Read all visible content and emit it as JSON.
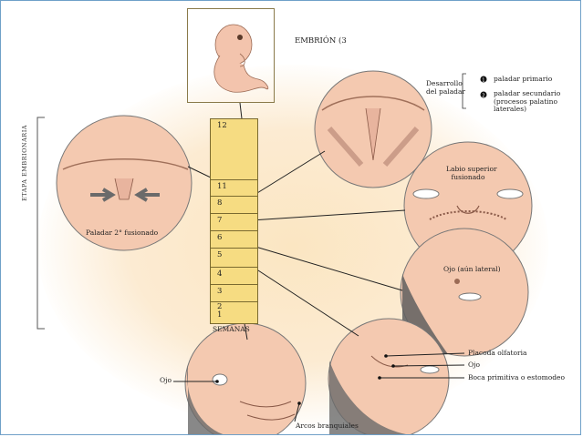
{
  "embryo_label": "EMBRIÓN (3",
  "development": {
    "heading_line1": "Desarrollo",
    "heading_line2": "del paladar",
    "item1": "paladar primario",
    "item2_line1": "paladar secundario",
    "item2_line2": "(procesos palatino",
    "item2_line3": "laterales)"
  },
  "vertical_label": "ETAPA EMBRIONARIA",
  "weeks": [
    "12",
    "11",
    "8",
    "7",
    "6",
    "5",
    "4",
    "3",
    "2",
    "1"
  ],
  "weeks_label": "SEMANAS",
  "callouts": {
    "palate_2": "Paladar 2° fusionado",
    "lip_line1": "Labio superior",
    "lip_line2": "fusionado",
    "eye_lateral": "Ojo (aún lateral)",
    "eye_left": "Ojo",
    "olfactory": "Placoda olfatoria",
    "eye_right": "Ojo",
    "mouth": "Boca primitiva o estomodeo",
    "arches": "Arcos branquiales"
  },
  "colors": {
    "scale_fill": "#f6dc82",
    "skin": "#f4c9b0",
    "glow": "#fbe6c2",
    "arrow": "#6a6a6a"
  }
}
